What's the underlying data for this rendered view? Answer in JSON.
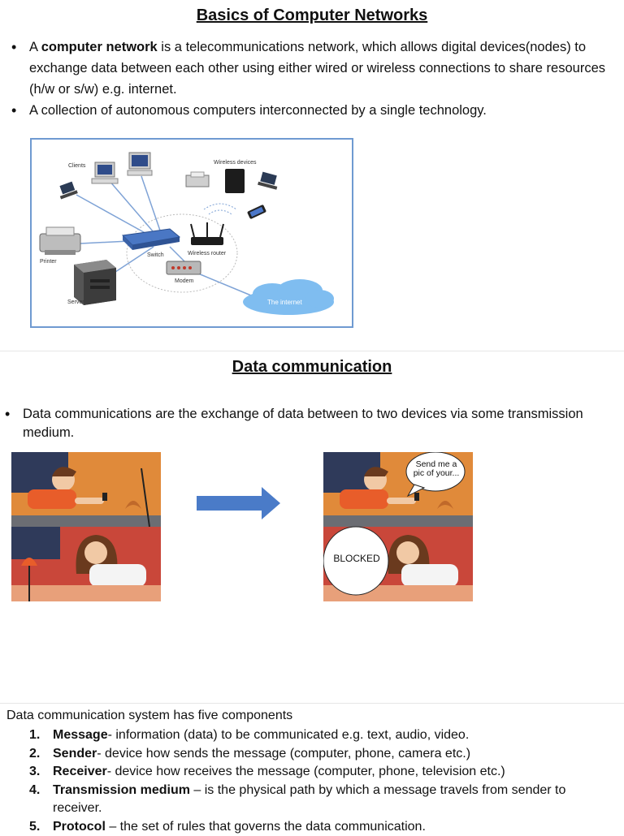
{
  "section1": {
    "title": "Basics of Computer Networks",
    "bullet1": {
      "prefix": "A ",
      "term": "computer network",
      "text": " is a telecommunications network, which allows digital devices(nodes) to exchange data between each other using either wired or wireless connections to share resources (h/w or s/w) e.g. internet."
    },
    "bullet2": "A collection of autonomous computers interconnected by a single technology.",
    "diagram": {
      "labels": {
        "clients": "Clients",
        "wireless_devices": "Wireless devices",
        "printer": "Printer",
        "switch": "Switch",
        "wireless_router": "Wireless router",
        "modem": "Modem",
        "server": "Server",
        "internet": "The internet"
      }
    }
  },
  "section2": {
    "title": "Data communication",
    "bullet": "Data communications are the exchange of data between to two devices via some transmission medium.",
    "comic": {
      "bubble_line1": "Send me a",
      "bubble_line2": "pic of your...",
      "blocked": "BLOCKED"
    }
  },
  "section3": {
    "intro": "Data communication system has five components",
    "components": [
      {
        "num": "1.",
        "term": "Message",
        "text": "- information (data) to be communicated e.g. text, audio, video."
      },
      {
        "num": "2.",
        "term": "Sender",
        "text": "- device how sends the message (computer, phone, camera etc.)"
      },
      {
        "num": "3.",
        "term": "Receiver",
        "text": "- device how receives the message (computer, phone, television etc.)"
      },
      {
        "num": "4.",
        "term": "Transmission medium",
        "text": " – is the physical path by which a message travels from sender to receiver."
      },
      {
        "num": "5.",
        "term": "Protocol",
        "text": " – the set of rules that governs the data communication."
      }
    ]
  },
  "colors": {
    "frame_border": "#6f9ad1",
    "arrow": "#4a7bc8",
    "comic_orange": "#e08a3a",
    "comic_red": "#c9473a",
    "comic_night": "#2f3a5a"
  }
}
